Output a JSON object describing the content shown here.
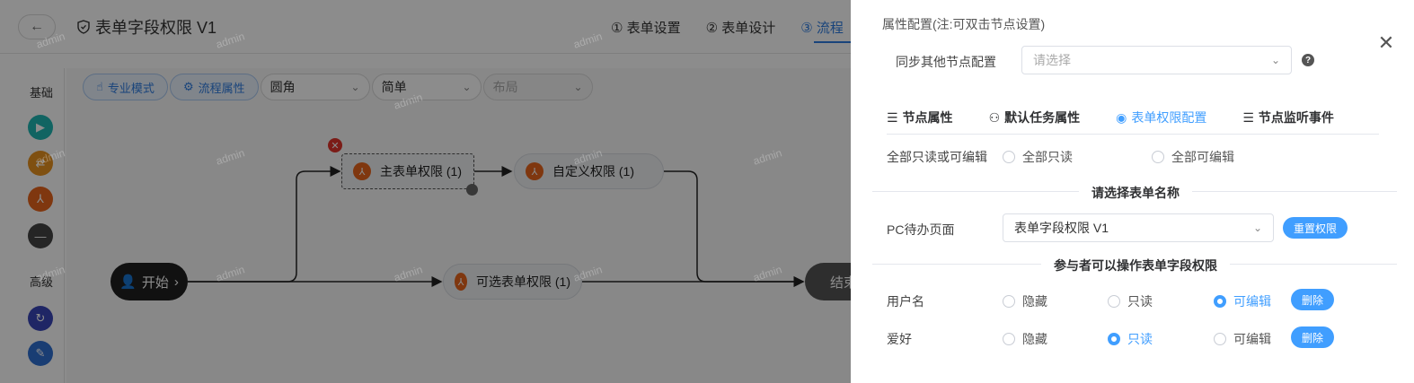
{
  "editor": {
    "title": "表单字段权限 V1",
    "steps": [
      {
        "label": "① 表单设置"
      },
      {
        "label": "② 表单设计"
      },
      {
        "label": "③ 流程"
      }
    ],
    "sidebar": {
      "basic_label": "基础",
      "advanced_label": "高级"
    },
    "toolbar": {
      "pro_mode": "专业模式",
      "flow_props": "流程属性",
      "corner_select": "圆角",
      "style_select": "简单",
      "layout_select": "布局"
    },
    "nodes": {
      "start": "开始",
      "main_form": "主表单权限 (1)",
      "custom": "自定义权限 (1)",
      "optional_form": "可选表单权限 (1)",
      "end": "结束"
    },
    "watermark": "admin"
  },
  "drawer": {
    "title": "属性配置(注:可双击节点设置)",
    "sync_label": "同步其他节点配置",
    "sync_placeholder": "请选择",
    "tabs": [
      {
        "label": "节点属性",
        "icon": "sliders-icon"
      },
      {
        "label": "默认任务属性",
        "icon": "user-icon"
      },
      {
        "label": "表单权限配置",
        "icon": "eye-icon"
      },
      {
        "label": "节点监听事件",
        "icon": "sliders-icon"
      }
    ],
    "all_perm_label": "全部只读或可编辑",
    "all_readonly": "全部只读",
    "all_editable": "全部可编辑",
    "section_form_name": "请选择表单名称",
    "pc_page_label": "PC待办页面",
    "pc_page_value": "表单字段权限 V1",
    "reset_button": "重置权限",
    "section_fields": "参与者可以操作表单字段权限",
    "fields": [
      {
        "name": "用户名",
        "hidden": "隐藏",
        "readonly": "只读",
        "editable": "可编辑",
        "selected": "editable",
        "delete": "删除"
      },
      {
        "name": "爱好",
        "hidden": "隐藏",
        "readonly": "只读",
        "editable": "可编辑",
        "selected": "readonly",
        "delete": "删除"
      }
    ]
  },
  "colors": {
    "primary": "#409eff",
    "node_icon": "#e8651c",
    "delete_badge": "#e0342b"
  }
}
